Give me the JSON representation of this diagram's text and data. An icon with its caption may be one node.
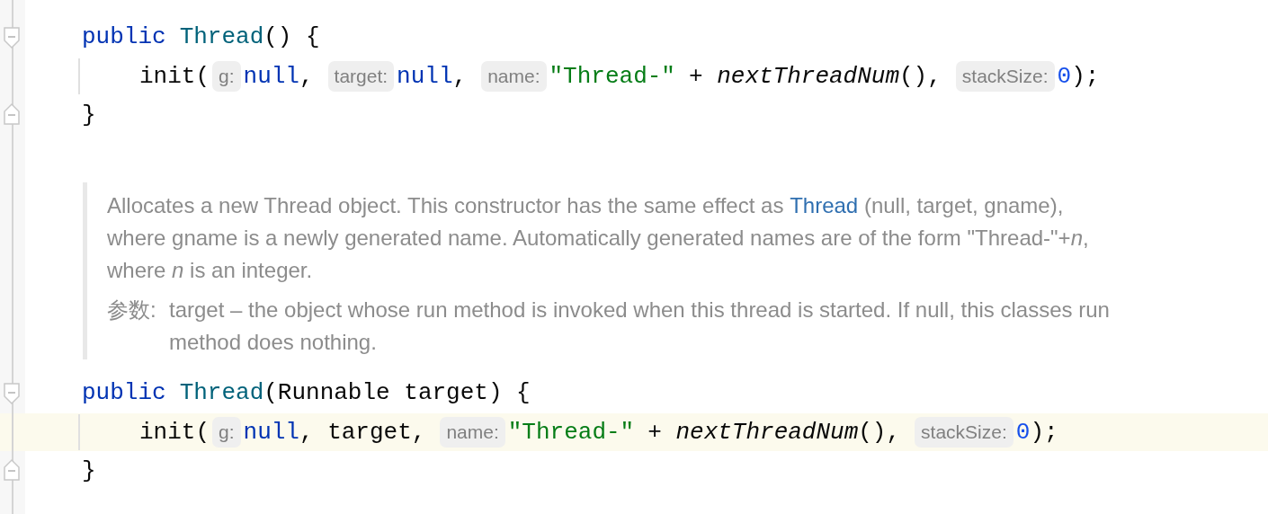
{
  "diagram": {
    "labels": [
      "public",
      "Thread",
      "() {",
      "init(",
      "g:",
      "null",
      ",",
      "target:",
      "null",
      ",",
      "name:",
      "\"Thread-\"",
      "+ *nextThreadNum*(),",
      "stackSize:",
      "0",
      ");",
      "}",
      "Allocates a new Thread object. This constructor has the same effect as",
      "Thread",
      "(null, target, gname), where gname is a newly generated name. Automatically generated names are of the form \"Thread-\"+*n*, where *n* is an integer.",
      "参数:",
      "target – the object whose run method is invoked when this thread is started. If null, this classes run method does nothing.",
      "public",
      "Thread",
      "(Runnable target) {",
      "init(",
      "g:",
      "null",
      ", target,",
      "name:",
      "\"Thread-\"",
      "+ *nextThreadNum*(),",
      "stackSize:",
      "0",
      ");",
      "}"
    ]
  }
}
